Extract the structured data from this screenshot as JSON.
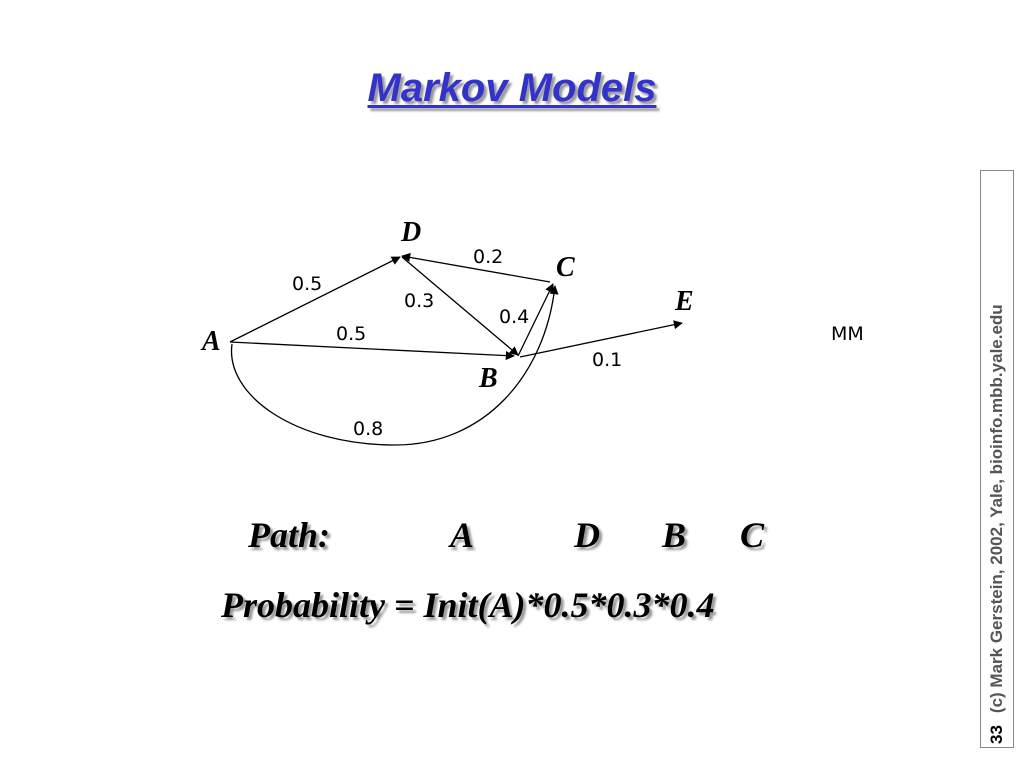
{
  "slide": {
    "title": "Markov Models",
    "side_label": "MM",
    "page_number": "33",
    "credit": "(c) Mark Gerstein, 2002, Yale, bioinfo.mbb.yale.edu"
  },
  "diagram": {
    "nodes": {
      "A": "A",
      "B": "B",
      "C": "C",
      "D": "D",
      "E": "E"
    },
    "edges": [
      {
        "from": "A",
        "to": "D",
        "prob": "0.5"
      },
      {
        "from": "A",
        "to": "B",
        "prob": "0.5"
      },
      {
        "from": "D",
        "to": "B",
        "prob": "0.3"
      },
      {
        "from": "C",
        "to": "D",
        "prob": "0.2"
      },
      {
        "from": "B",
        "to": "C",
        "prob": "0.4"
      },
      {
        "from": "B",
        "to": "E",
        "prob": "0.1"
      },
      {
        "from": "A",
        "to": "C",
        "prob": "0.8"
      }
    ]
  },
  "path": {
    "label": "Path:",
    "states": [
      "A",
      "D",
      "B",
      "C"
    ]
  },
  "probability": {
    "text": "Probability = Init(A)*0.5*0.3*0.4"
  }
}
